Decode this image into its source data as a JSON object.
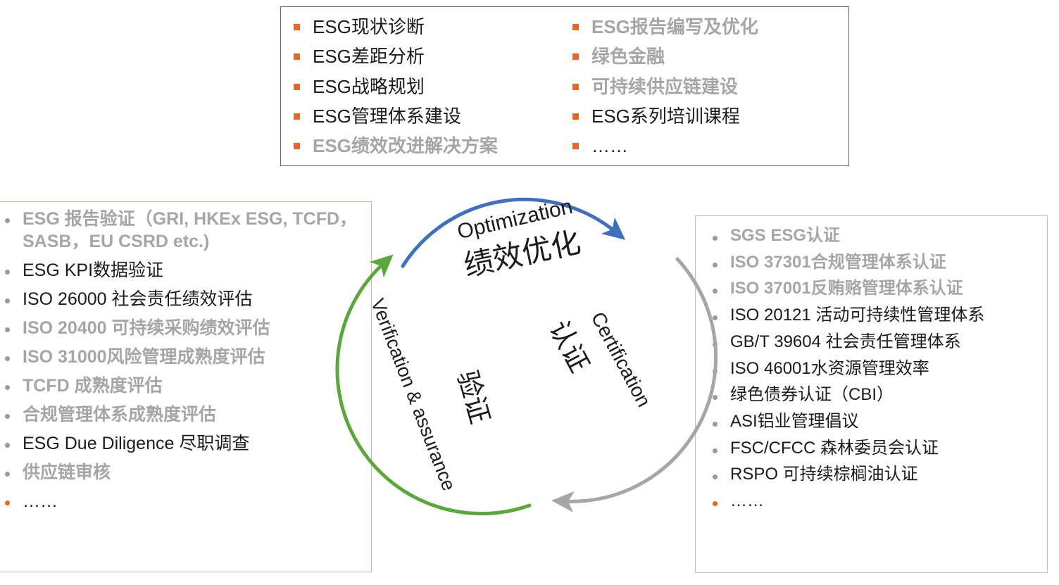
{
  "top_panel": {
    "border_color": "#60657a",
    "bullet_color": "#ef6420",
    "columns": [
      {
        "items": [
          {
            "text": "ESG现状诊断",
            "style": "dark"
          },
          {
            "text": "ESG差距分析",
            "style": "dark"
          },
          {
            "text": "ESG战略规划",
            "style": "dark"
          },
          {
            "text": "ESG管理体系建设",
            "style": "dark"
          },
          {
            "text": "ESG绩效改进解决方案",
            "style": "muted"
          }
        ]
      },
      {
        "items": [
          {
            "text": "ESG报告编写及优化",
            "style": "muted"
          },
          {
            "text": "绿色金融",
            "style": "muted"
          },
          {
            "text": "可持续供应链建设",
            "style": "muted"
          },
          {
            "text": "ESG系列培训课程",
            "style": "dark"
          },
          {
            "text": "……",
            "style": "dark"
          }
        ]
      }
    ]
  },
  "left_panel": {
    "border_color": "#a7cf9a",
    "items": [
      {
        "text": "ESG 报告验证（GRI, HKEx ESG, TCFD，SASB，EU CSRD etc.)",
        "style": "muted",
        "bullet": "gray"
      },
      {
        "text": "ESG KPI数据验证",
        "style": "dark",
        "bullet": "gray"
      },
      {
        "text": "ISO 26000 社会责任绩效评估",
        "style": "dark",
        "bullet": "gray"
      },
      {
        "text": "ISO 20400 可持续采购绩效评估",
        "style": "muted",
        "bullet": "gray"
      },
      {
        "text": "ISO 31000风险管理成熟度评估",
        "style": "muted",
        "bullet": "gray"
      },
      {
        "text": "TCFD 成熟度评估",
        "style": "muted",
        "bullet": "gray"
      },
      {
        "text": "合规管理体系成熟度评估",
        "style": "muted",
        "bullet": "gray"
      },
      {
        "text": "ESG Due Diligence 尽职调查",
        "style": "dark",
        "bullet": "gray"
      },
      {
        "text": "供应链审核",
        "style": "muted",
        "bullet": "gray"
      },
      {
        "text": "……",
        "style": "dark",
        "bullet": "accent"
      }
    ]
  },
  "right_panel": {
    "border_color": "#bfbfbf",
    "items": [
      {
        "text": "SGS ESG认证",
        "style": "muted",
        "bullet": "gray"
      },
      {
        "text": "ISO 37301合规管理体系认证",
        "style": "muted",
        "bullet": "gray"
      },
      {
        "text": "ISO 37001反贿赂管理体系认证",
        "style": "muted",
        "bullet": "gray"
      },
      {
        "text": "ISO 20121 活动可持续性管理体系",
        "style": "dark",
        "bullet": "gray"
      },
      {
        "text": "GB/T 39604 社会责任管理体系",
        "style": "dark",
        "bullet": "gray"
      },
      {
        "text": "ISO 46001水资源管理效率",
        "style": "dark",
        "bullet": "gray"
      },
      {
        "text": "绿色债券认证（CBI）",
        "style": "dark",
        "bullet": "gray"
      },
      {
        "text": "ASI铝业管理倡议",
        "style": "dark",
        "bullet": "gray"
      },
      {
        "text": "FSC/CFCC 森林委员会认证",
        "style": "dark",
        "bullet": "gray"
      },
      {
        "text": "RSPO 可持续棕榈油认证",
        "style": "dark",
        "bullet": "gray"
      },
      {
        "text": "……",
        "style": "dark",
        "bullet": "accent"
      }
    ]
  },
  "cycle": {
    "arrows": [
      {
        "name": "optimization-arrow",
        "color": "#3f6fbf"
      },
      {
        "name": "certification-arrow",
        "color": "#a6a6a6"
      },
      {
        "name": "verification-arrow",
        "color": "#5aa83c"
      }
    ],
    "optimization_en": "Optimization",
    "optimization_cn": "绩效优化",
    "certification_cn": "认证",
    "certification_en": "Certification",
    "verification_cn": "验证",
    "verification_en": "Verification & assurance"
  }
}
